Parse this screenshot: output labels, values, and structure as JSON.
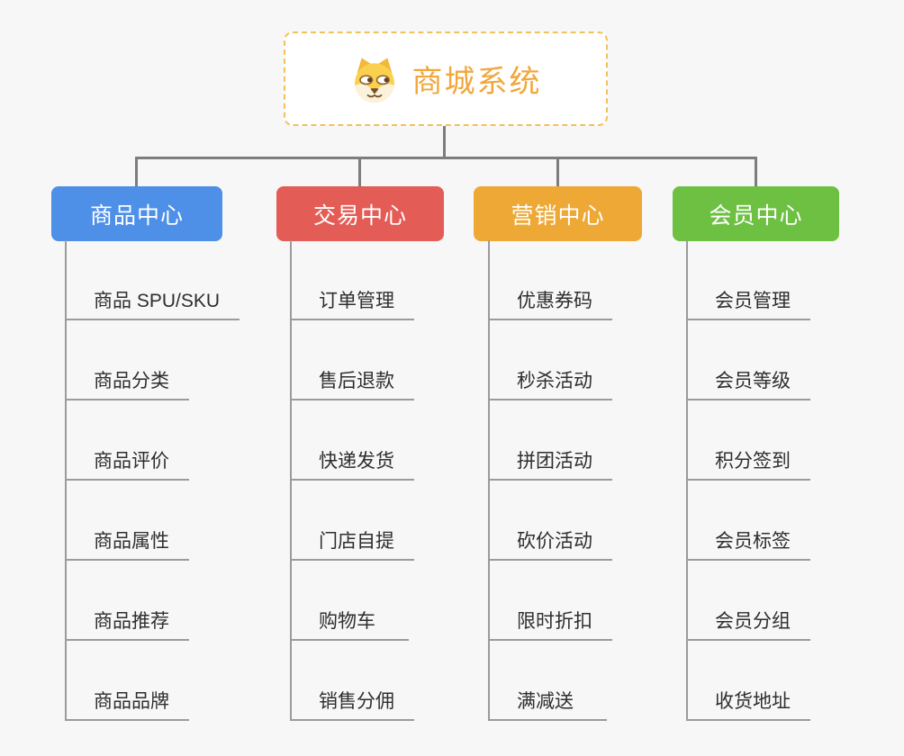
{
  "canvas": {
    "background": "#f7f7f7",
    "connector_color": "#7d7d7d",
    "underline_color": "#9b9b9b"
  },
  "root": {
    "title": "商城系统",
    "icon": "dog-face-icon",
    "text_color": "#f1a73c",
    "border_color": "#f3c05e"
  },
  "branches": [
    {
      "label": "商品中心",
      "color": "#4e8fe8",
      "items": [
        "商品 SPU/SKU",
        "商品分类",
        "商品评价",
        "商品属性",
        "商品推荐",
        "商品品牌"
      ]
    },
    {
      "label": "交易中心",
      "color": "#e45c56",
      "items": [
        "订单管理",
        "售后退款",
        "快递发货",
        "门店自提",
        "购物车",
        "销售分佣"
      ]
    },
    {
      "label": "营销中心",
      "color": "#eea836",
      "items": [
        "优惠券码",
        "秒杀活动",
        "拼团活动",
        "砍价活动",
        "限时折扣",
        "满减送"
      ]
    },
    {
      "label": "会员中心",
      "color": "#6ec043",
      "items": [
        "会员管理",
        "会员等级",
        "积分签到",
        "会员标签",
        "会员分组",
        "收货地址"
      ]
    }
  ]
}
